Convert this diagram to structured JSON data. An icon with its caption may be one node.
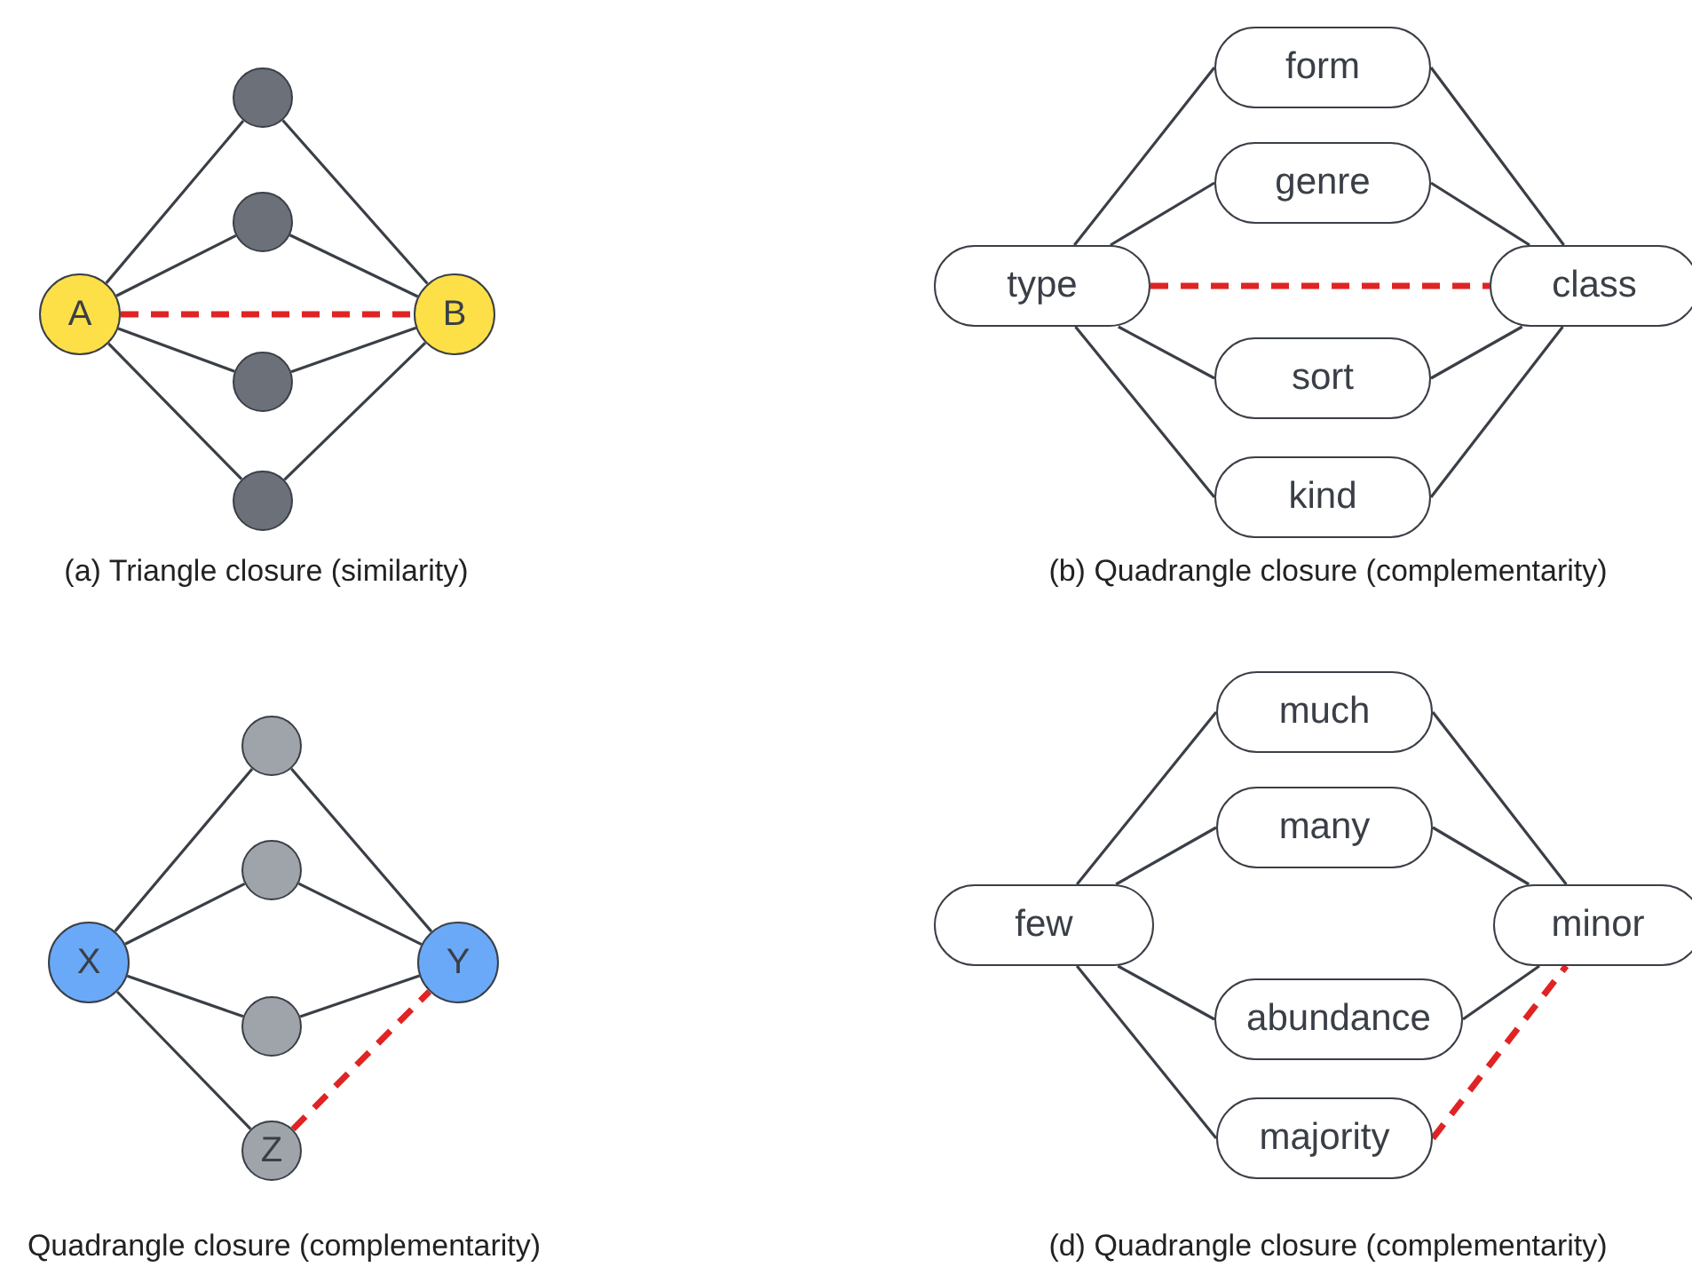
{
  "diagram": {
    "nodes": [
      {
        "text": [],
        "shape": "circle"
      },
      {
        "text": [],
        "shape": "circle"
      },
      {
        "text": [
          "A"
        ]
      },
      {
        "text": [
          "B"
        ]
      },
      {
        "text": [],
        "shape": "circle"
      },
      {
        "text": [],
        "shape": "circle"
      },
      {
        "text": [
          "form"
        ]
      },
      {
        "text": [
          "genre"
        ]
      },
      {
        "text": [
          "type"
        ]
      },
      {
        "text": [
          "class"
        ]
      },
      {
        "text": [
          "sort"
        ]
      },
      {
        "text": [
          "kind"
        ]
      },
      {
        "text": [],
        "shape": "circle"
      },
      {
        "text": [],
        "shape": "circle"
      },
      {
        "text": [
          "X"
        ]
      },
      {
        "text": [
          "Y"
        ]
      },
      {
        "text": [],
        "shape": "circle"
      },
      {
        "text": [
          "Z"
        ]
      },
      {
        "text": [
          "much"
        ]
      },
      {
        "text": [
          "many"
        ]
      },
      {
        "text": [
          "few"
        ]
      },
      {
        "text": [
          "minor"
        ]
      },
      {
        "text": [
          "abundance"
        ]
      },
      {
        "text": [
          "majority"
        ]
      }
    ],
    "edges": [
      {
        "from": 2,
        "to": 0,
        "arrow": "none"
      },
      {
        "from": 2,
        "to": 1,
        "arrow": "none"
      },
      {
        "from": 2,
        "to": 4,
        "arrow": "none"
      },
      {
        "from": 2,
        "to": 5,
        "arrow": "none"
      },
      {
        "from": 3,
        "to": 0,
        "arrow": "none"
      },
      {
        "from": 3,
        "to": 1,
        "arrow": "none"
      },
      {
        "from": 3,
        "to": 4,
        "arrow": "none"
      },
      {
        "from": 3,
        "to": 5,
        "arrow": "none"
      },
      {
        "from": 2,
        "to": 3,
        "arrow": "none",
        "style": "dashed",
        "color": "#e02424"
      },
      {
        "from": 8,
        "to": 6,
        "arrow": "none"
      },
      {
        "from": 8,
        "to": 7,
        "arrow": "none"
      },
      {
        "from": 8,
        "to": 10,
        "arrow": "none"
      },
      {
        "from": 8,
        "to": 11,
        "arrow": "none"
      },
      {
        "from": 9,
        "to": 6,
        "arrow": "none"
      },
      {
        "from": 9,
        "to": 7,
        "arrow": "none"
      },
      {
        "from": 9,
        "to": 10,
        "arrow": "none"
      },
      {
        "from": 9,
        "to": 11,
        "arrow": "none"
      },
      {
        "from": 8,
        "to": 9,
        "arrow": "none",
        "style": "dashed",
        "color": "#e02424"
      },
      {
        "from": 14,
        "to": 12,
        "arrow": "none"
      },
      {
        "from": 14,
        "to": 13,
        "arrow": "none"
      },
      {
        "from": 14,
        "to": 16,
        "arrow": "none"
      },
      {
        "from": 14,
        "to": 17,
        "arrow": "none"
      },
      {
        "from": 15,
        "to": 12,
        "arrow": "none"
      },
      {
        "from": 15,
        "to": 13,
        "arrow": "none"
      },
      {
        "from": 15,
        "to": 16,
        "arrow": "none"
      },
      {
        "from": 17,
        "to": 15,
        "arrow": "none",
        "style": "dashed",
        "color": "#e02424"
      },
      {
        "from": 20,
        "to": 18,
        "arrow": "none"
      },
      {
        "from": 20,
        "to": 19,
        "arrow": "none"
      },
      {
        "from": 20,
        "to": 22,
        "arrow": "none"
      },
      {
        "from": 20,
        "to": 23,
        "arrow": "none"
      },
      {
        "from": 21,
        "to": 18,
        "arrow": "none"
      },
      {
        "from": 21,
        "to": 19,
        "arrow": "none"
      },
      {
        "from": 21,
        "to": 22,
        "arrow": "none"
      },
      {
        "from": 23,
        "to": 21,
        "arrow": "none",
        "style": "dashed",
        "color": "#e02424"
      }
    ],
    "labels": [
      "(a) Triangle closure (similarity)",
      "(b) Quadrangle closure (complementarity)",
      "Quadrangle closure (complementarity)",
      "(d) Quadrangle closure (complementarity)"
    ]
  }
}
